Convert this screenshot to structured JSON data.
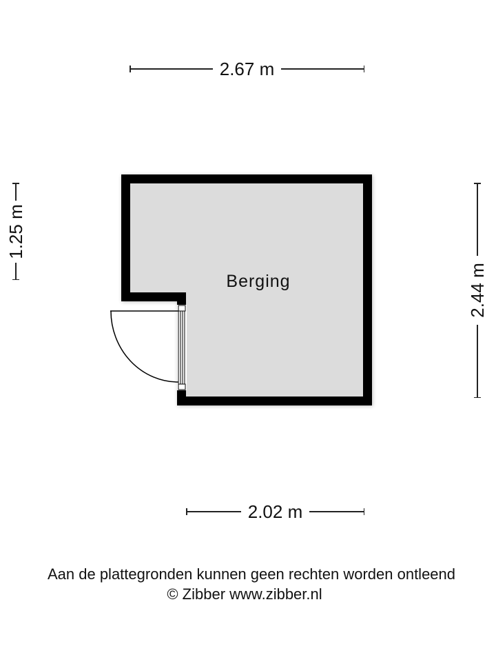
{
  "floorplan": {
    "rooms": [
      {
        "name": "Berging",
        "fill": "#dcdcdc"
      }
    ],
    "wall_color": "#000000",
    "dimensions": {
      "top": "2.67 m",
      "left": "1.25 m",
      "right": "2.44 m",
      "bottom": "2.02 m"
    },
    "door": {
      "type": "swing-door",
      "side": "left"
    }
  },
  "footer": {
    "disclaimer": "Aan de plattegronden kunnen geen rechten worden ontleend",
    "copyright": "© Zibber www.zibber.nl"
  }
}
